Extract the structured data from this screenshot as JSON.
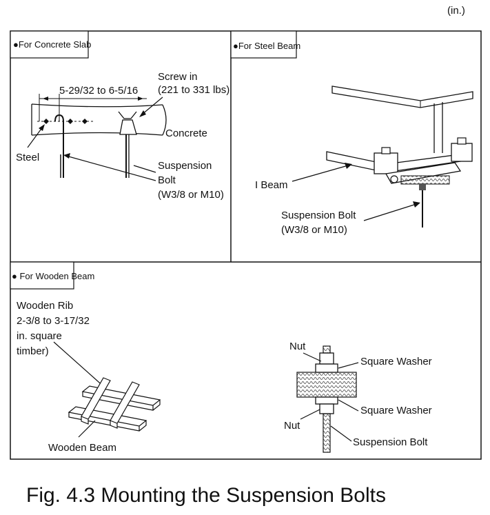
{
  "units": "(in.)",
  "panels": {
    "concrete": {
      "tag": "●For Concrete Slab",
      "dimension": "5-29/32 to 6-5/16",
      "screw_line1": "Screw in",
      "screw_line2": "(221 to 331 lbs)",
      "concrete": "Concrete",
      "steel": "Steel",
      "bolt_line1": "Suspension",
      "bolt_line2": "Bolt",
      "bolt_line3": "(W3/8 or M10)"
    },
    "steel": {
      "tag": "●For Steel Beam",
      "ibeam": "I Beam",
      "bolt_line1": "Suspension Bolt",
      "bolt_line2": "(W3/8 or M10)"
    },
    "wooden": {
      "tag": "● For Wooden Beam",
      "rib_line1": "Wooden Rib",
      "rib_line2": "2-3/8 to 3-17/32",
      "rib_line3": "in. square",
      "rib_line4": "timber)",
      "beam": "Wooden Beam",
      "nut_top": "Nut",
      "washer_top": "Square Washer",
      "washer_bottom": "Square Washer",
      "nut_bottom": "Nut",
      "bolt": "Suspension Bolt"
    }
  },
  "caption": "Fig. 4.3 Mounting the Suspension Bolts"
}
